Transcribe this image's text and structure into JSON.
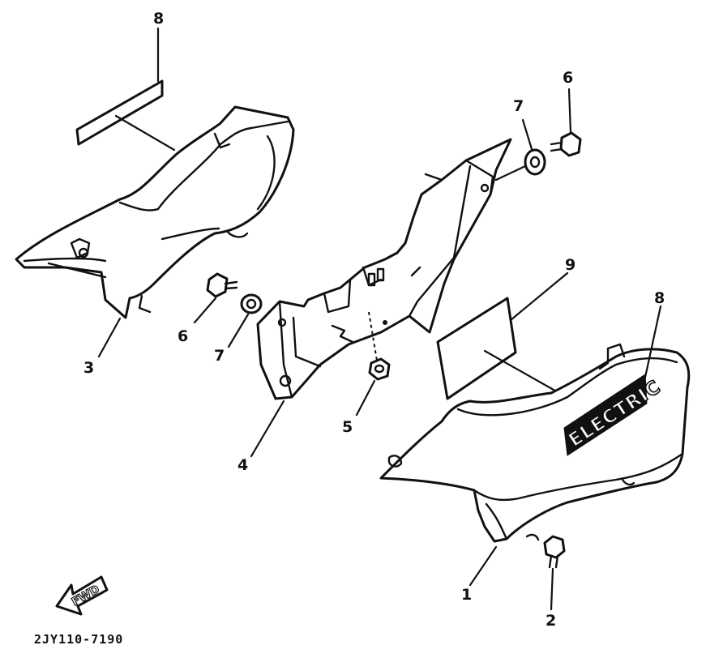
{
  "callouts": {
    "p1": "1",
    "p2": "2",
    "p3": "3",
    "p4": "4",
    "p5": "5",
    "p6a": "6",
    "p6b": "6",
    "p7a": "7",
    "p7b": "7",
    "p8a": "8",
    "p8b": "8",
    "p9": "9"
  },
  "emblem_text": "ELECTRIC",
  "direction_label": "FWD",
  "diagram_code": "2JY110-7190"
}
